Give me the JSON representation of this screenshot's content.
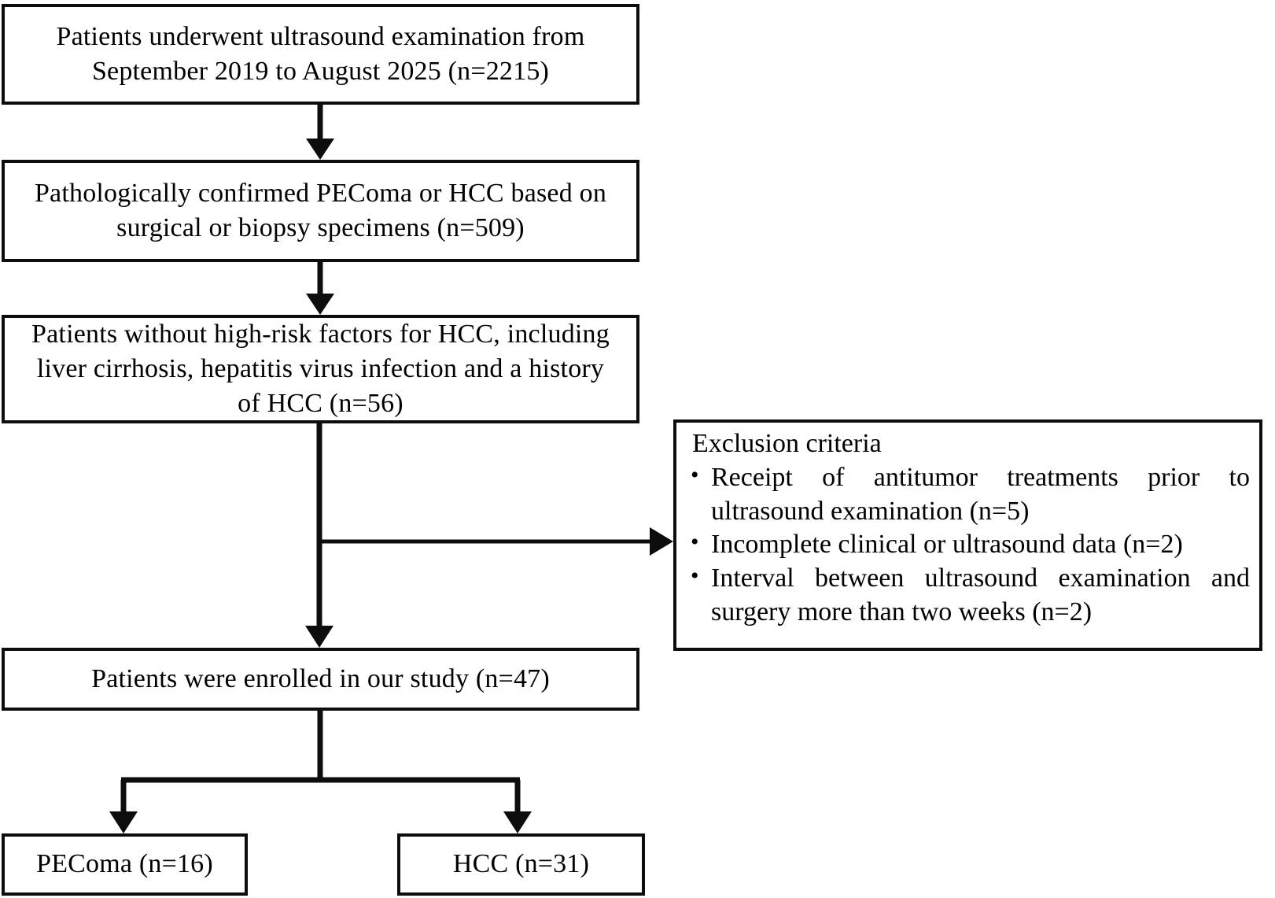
{
  "figure": {
    "type": "flowchart",
    "orientation": "top-to-bottom",
    "accent_color": "#0d0d0d",
    "background_color": "#ffffff"
  },
  "nodes": {
    "screened": {
      "text": "Patients underwent ultrasound examination from\nSeptember 2019 to August 2025 (n=2215)",
      "count": 2215
    },
    "pathology": {
      "text": "Pathologically confirmed PEComa or HCC based on\nsurgical or biopsy specimens (n=509)",
      "count": 509
    },
    "highrisk": {
      "text": "Patients without high-risk factors for HCC, including\nliver cirrhosis, hepatitis virus infection and a history\nof HCC (n=56)",
      "count": 56
    },
    "enrolled": {
      "text": "Patients were enrolled in our study (n=47)",
      "count": 47
    },
    "pecoma": {
      "text": "PEComa (n=16)",
      "count": 16
    },
    "hcc": {
      "text": "HCC (n=31)",
      "count": 31
    },
    "exclusion": {
      "title": "Exclusion criteria",
      "items": [
        "Receipt of antitumor treatments prior to ultrasound examination (n=5)",
        "Incomplete clinical or ultrasound data (n=2)",
        "Interval between ultrasound examination and surgery more than two weeks (n=2)"
      ],
      "counts": [
        5,
        2,
        2
      ]
    }
  },
  "edges": [
    {
      "from": "screened",
      "to": "pathology",
      "style": "arrow-down"
    },
    {
      "from": "pathology",
      "to": "highrisk",
      "style": "arrow-down"
    },
    {
      "from": "highrisk",
      "to": "exclusion",
      "style": "arrow-right-branch"
    },
    {
      "from": "highrisk",
      "to": "enrolled",
      "style": "arrow-down"
    },
    {
      "from": "enrolled",
      "to": "pecoma",
      "style": "arrow-split-left"
    },
    {
      "from": "enrolled",
      "to": "hcc",
      "style": "arrow-split-right"
    }
  ]
}
